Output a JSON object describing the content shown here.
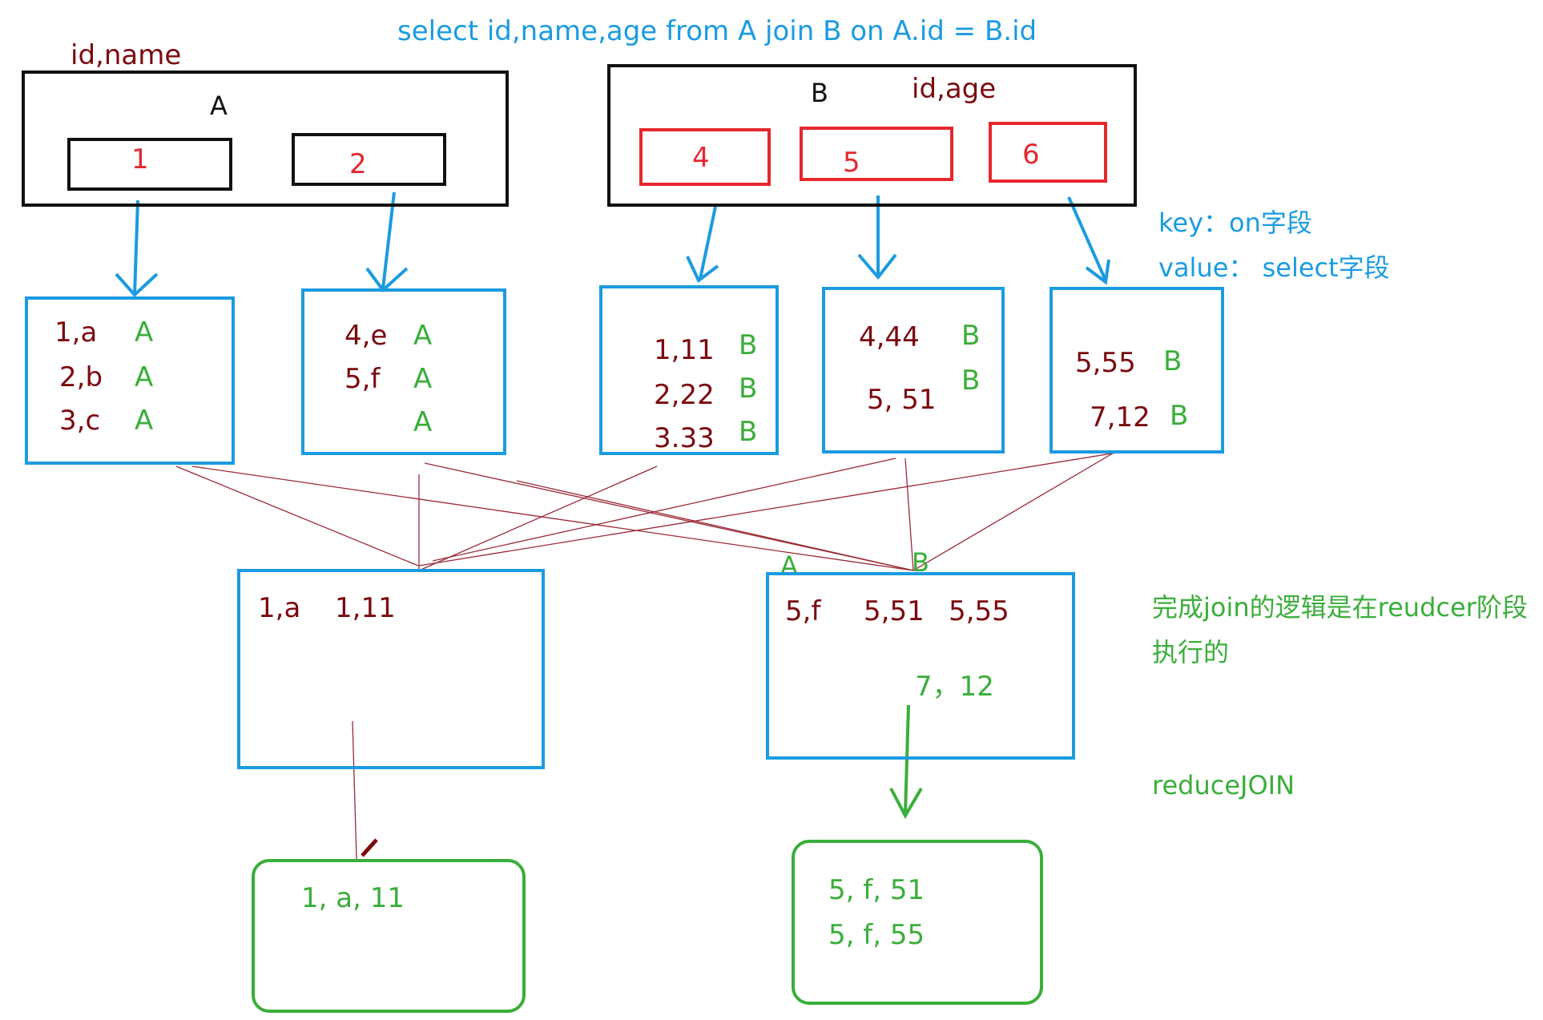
{
  "title": "select id,name,age from A join B on A.id = B.id",
  "table_a": {
    "name": "A",
    "columns": "id,name",
    "splits": [
      "1",
      "2"
    ]
  },
  "table_b": {
    "name": "B",
    "columns": "id,age",
    "splits": [
      "4",
      "5",
      "6"
    ]
  },
  "notes": {
    "key": "key：on字段",
    "value": "value：  select字段"
  },
  "map_outputs": [
    {
      "rows": [
        {
          "kv": "1,a",
          "tag": "A"
        },
        {
          "kv": "2,b",
          "tag": "A"
        },
        {
          "kv": "3,c",
          "tag": "A"
        }
      ]
    },
    {
      "rows": [
        {
          "kv": "4,e",
          "tag": "A"
        },
        {
          "kv": "5,f",
          "tag": "A"
        },
        {
          "kv": "",
          "tag": "A"
        }
      ]
    },
    {
      "rows": [
        {
          "kv": "1,11",
          "tag": "B"
        },
        {
          "kv": "2,22",
          "tag": "B"
        },
        {
          "kv": "3.33",
          "tag": "B"
        }
      ]
    },
    {
      "rows": [
        {
          "kv": "4,44",
          "tag": "B"
        },
        {
          "kv": "5, 51",
          "tag": "B"
        }
      ]
    },
    {
      "rows": [
        {
          "kv": "5,55",
          "tag": "B"
        },
        {
          "kv": "7,12",
          "tag": "B"
        }
      ]
    }
  ],
  "reducers": [
    {
      "values": [
        "1,a",
        "1,11"
      ]
    },
    {
      "labels": [
        "A",
        "B"
      ],
      "values": [
        "5,f",
        "5,51",
        "5,55",
        "7，12"
      ]
    }
  ],
  "results": [
    {
      "rows": [
        "1, a, 11"
      ]
    },
    {
      "rows": [
        "5, f, 51",
        "5, f, 55"
      ]
    }
  ],
  "explanation": {
    "line1": "完成join的逻辑是在reudcer阶段",
    "line2": "执行的"
  },
  "technique": "reduceJOIN",
  "colors": {
    "blue": "#1b9be0",
    "dark_red": "#7b0a0f",
    "red": "#e5282e",
    "green": "#3aae3a",
    "black": "#111111"
  }
}
